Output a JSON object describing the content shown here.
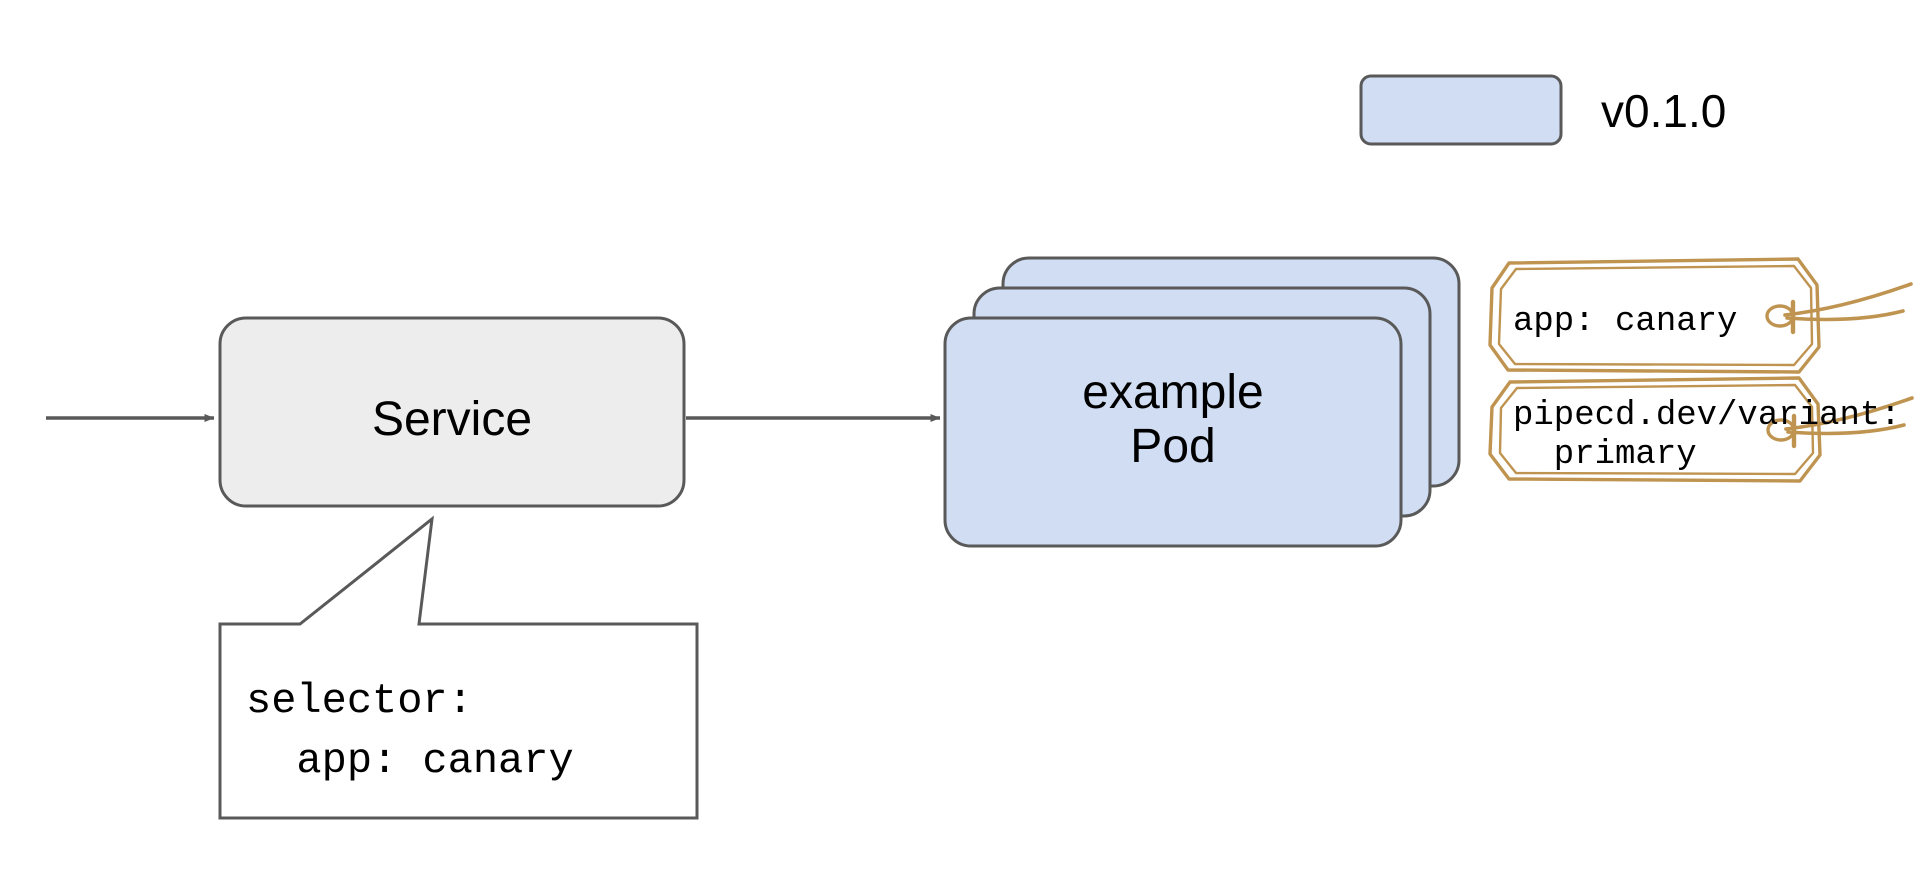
{
  "diagram": {
    "title": "Kubernetes Service to Pod routing with canary selector",
    "colors": {
      "pod_fill": "#d0ddf2",
      "pod_stroke": "#595959",
      "service_fill": "#ededed",
      "service_stroke": "#595959",
      "edge": "#595959",
      "tag_stroke": "#bf9350",
      "text": "#000000",
      "background": "#ffffff"
    },
    "legend": {
      "swatch_name": "version-color-swatch",
      "label": "v0.1.0",
      "swatch_fill": "#d0ddf2"
    },
    "nodes": {
      "service": {
        "label": "Service",
        "fill": "#ededed"
      },
      "pod": {
        "label_line1": "example",
        "label_line2": "Pod",
        "replica_count": 3,
        "fill": "#d0ddf2"
      }
    },
    "callout": {
      "line1": "selector:",
      "line2": "  app: canary"
    },
    "tags": [
      {
        "name": "tag-app-canary",
        "lines": [
          "app: canary"
        ]
      },
      {
        "name": "tag-pipecd-variant",
        "lines": [
          "pipecd.dev/variant:",
          "  primary"
        ]
      }
    ],
    "edges": [
      {
        "name": "ingress-to-service",
        "label": ""
      },
      {
        "name": "service-to-pod",
        "label": ""
      }
    ]
  }
}
